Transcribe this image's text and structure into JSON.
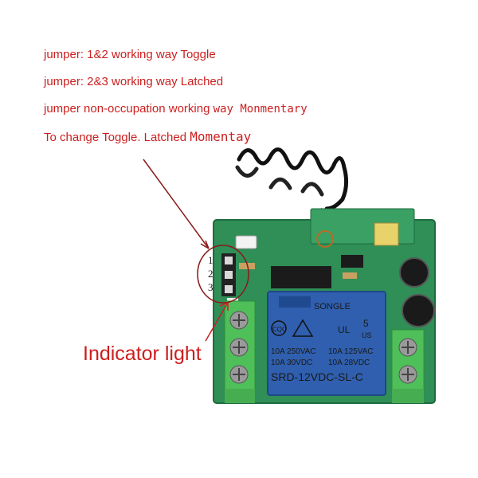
{
  "notes": {
    "line1": "jumper: 1&2 working way  Toggle",
    "line2": "jumper: 2&3 working way  Latched",
    "line3_prefix": "jumper non-occupation working ",
    "line3_suffix": "way Monmentary",
    "line4_prefix": "To change Toggle. Latched ",
    "line4_suffix": "Momentay"
  },
  "jumper_pins": [
    "1",
    "2",
    "3"
  ],
  "indicator_label": "Indicator light",
  "relay": {
    "brand": "SONGLE",
    "rating_left_1": "10A 250VAC",
    "rating_right_1": "10A 125VAC",
    "rating_left_2": "10A 30VDC",
    "rating_right_2": "10A 28VDC",
    "model": "SRD-12VDC-SL-C",
    "cert_mark": "CQC",
    "ul_mark": "UL",
    "us_mark": "US",
    "num_mark": "5"
  },
  "colors": {
    "annotation": "#cc1f1f",
    "board": "#2f8f57",
    "relay": "#2f5fae",
    "terminal": "#4fbf5a",
    "antenna": "#111111"
  }
}
